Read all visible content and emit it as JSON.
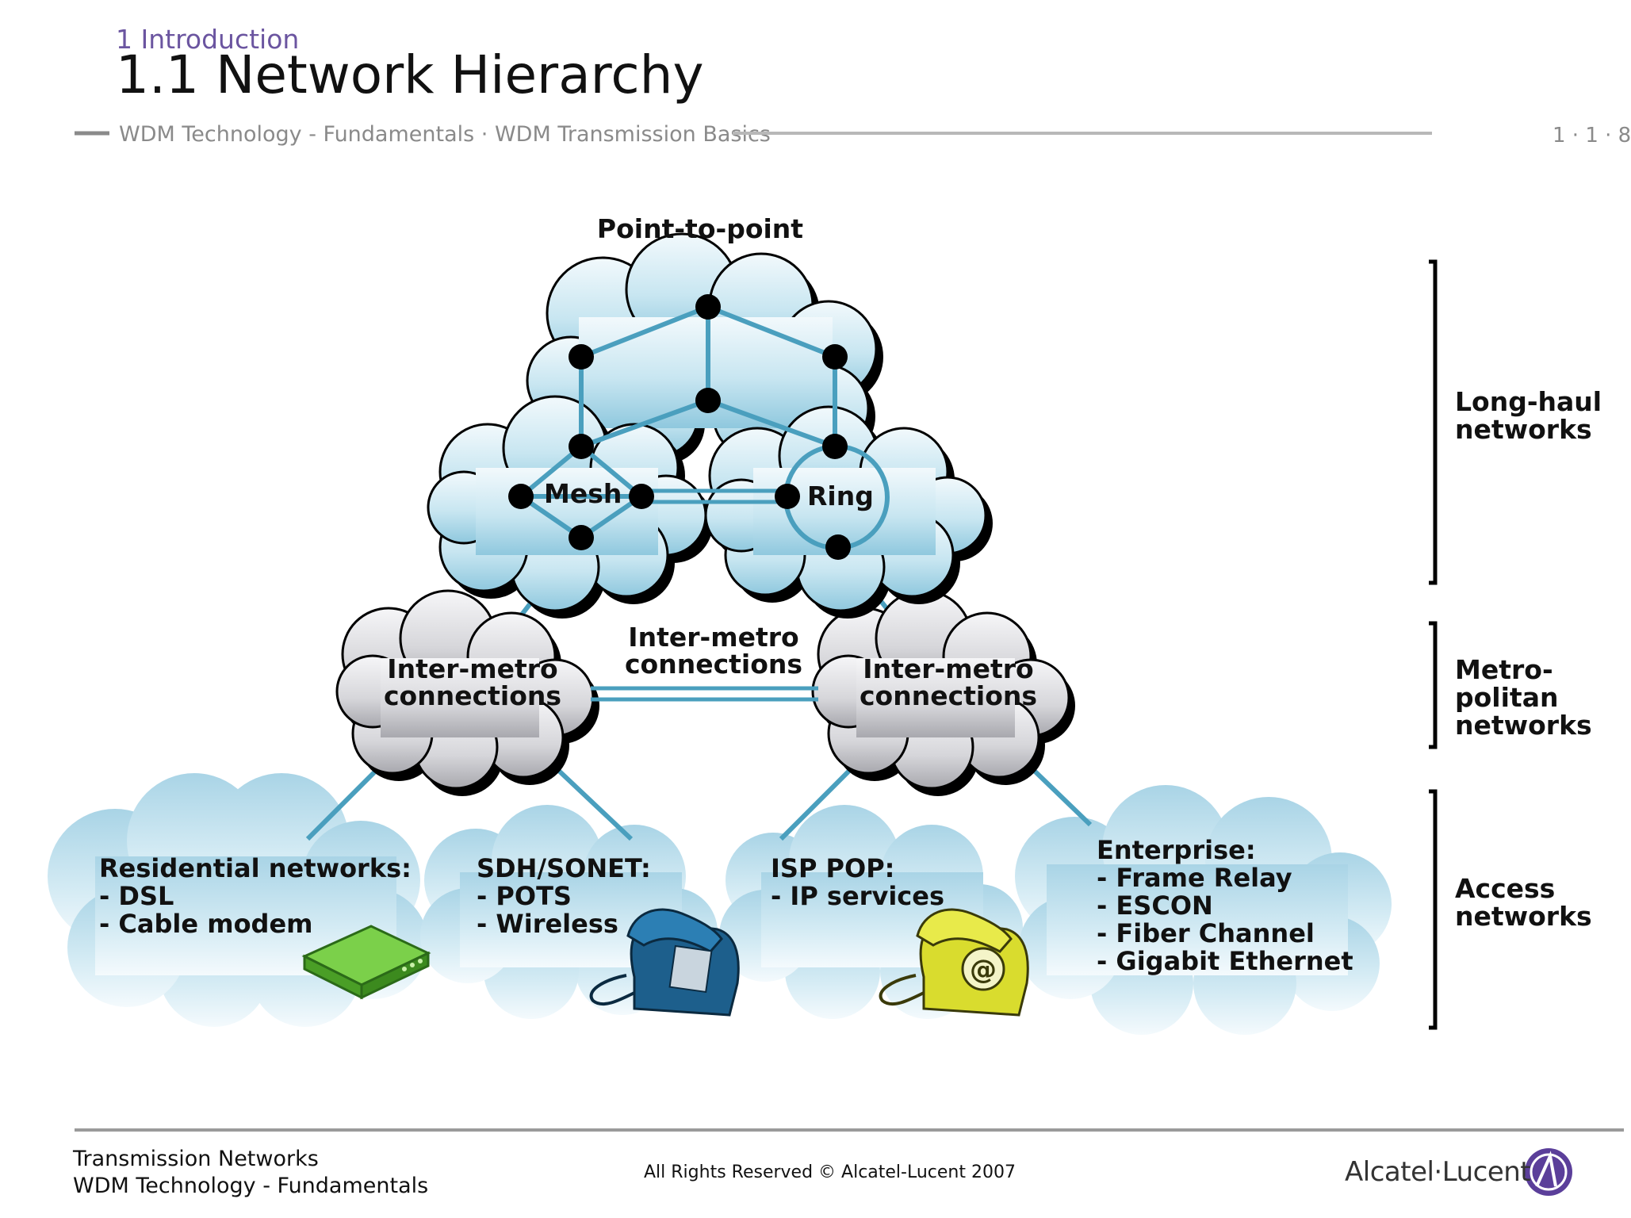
{
  "header": {
    "section": "1 Introduction",
    "title": "1.1 Network Hierarchy",
    "breadcrumb": "WDM Technology - Fundamentals · WDM Transmission Basics",
    "page_number": "1 · 1 · 8"
  },
  "diagram": {
    "top_label": "Point-to-point",
    "mesh_label": "Mesh",
    "ring_label": "Ring",
    "inter_metro_left": [
      "Inter-metro",
      "connections"
    ],
    "inter_metro_center": [
      "Inter-metro",
      "connections"
    ],
    "inter_metro_right": [
      "Inter-metro",
      "connections"
    ],
    "access": [
      {
        "lines": [
          "Residential networks:",
          "- DSL",
          "- Cable modem"
        ]
      },
      {
        "lines": [
          "SDH/SONET:",
          "- POTS",
          "- Wireless"
        ]
      },
      {
        "lines": [
          "ISP POP:",
          "- IP services"
        ]
      },
      {
        "lines": [
          "Enterprise:",
          "- Frame Relay",
          "- ESCON",
          "- Fiber Channel",
          "- Gigabit Ethernet"
        ]
      }
    ],
    "tiers": {
      "long_haul": [
        "Long-haul",
        "networks"
      ],
      "metro": [
        "Metro-",
        "politan",
        "networks"
      ],
      "access": [
        "Access",
        "networks"
      ]
    },
    "icons": [
      "modem-icon",
      "telephone-icon",
      "ip-phone-icon"
    ],
    "colors": {
      "link": "#4a9fbe",
      "cloud_blue": "#a9d6e8",
      "cloud_grey": "#c8c8cc",
      "node": "#000000",
      "phone_blue": "#1d5f8c",
      "phone_yellow": "#d9dc2e",
      "modem_green": "#5cb82e"
    }
  },
  "footer": {
    "line1": "Transmission Networks",
    "line2": "WDM Technology - Fundamentals",
    "copyright": "All Rights Reserved © Alcatel-Lucent 2007",
    "brand": "Alcatel·Lucent"
  }
}
